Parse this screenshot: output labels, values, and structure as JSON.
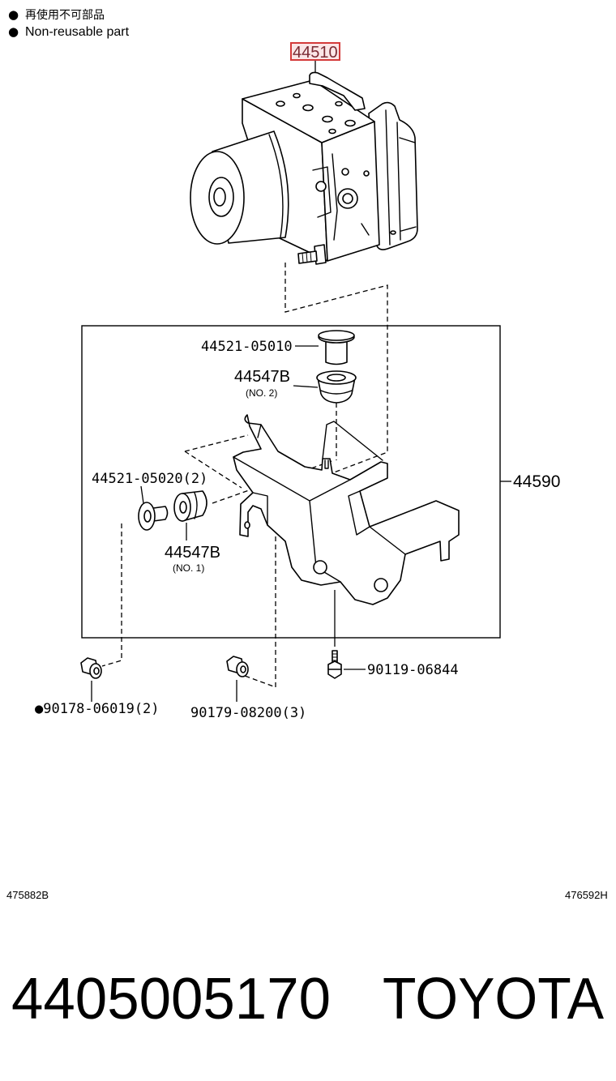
{
  "notes": {
    "bullet": "●",
    "ja": "再使用不可部品",
    "en": "Non-reusable part"
  },
  "callouts": {
    "actuator": "44510",
    "bolt_upper": "44521-05010",
    "grommet_no2": {
      "part": "44547B",
      "sub": "(NO. 2)"
    },
    "collar_lower": "44521-05020(2)",
    "grommet_no1": {
      "part": "44547B",
      "sub": "(NO. 1)"
    },
    "bracket": "44590",
    "bolt_bracket": "90119-06844",
    "nut_a": "●90178-06019(2)",
    "nut_b": "90179-08200(3)"
  },
  "footer": {
    "left_code": "475882B",
    "right_code": "476592H"
  },
  "product": {
    "part_number": "4405005170",
    "brand": "TOYOTA"
  },
  "colors": {
    "background": "#ffffff",
    "line": "#000000",
    "highlight_border": "#d43a3a",
    "highlight_fill": "#fbe6e7",
    "highlight_text": "#7a2a33"
  }
}
